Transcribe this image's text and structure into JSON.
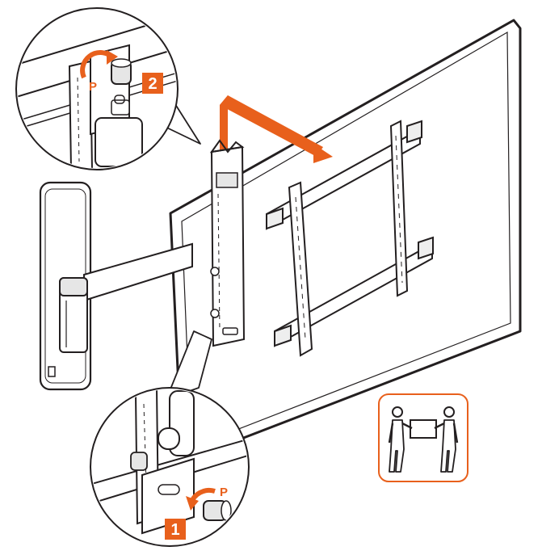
{
  "step_badges": [
    {
      "label": "2"
    },
    {
      "label": "1"
    }
  ],
  "rotation_labels": [
    {
      "label": "P"
    },
    {
      "label": "P"
    }
  ],
  "icons": {
    "two_person_lift": "two-person-lift-icon",
    "rotation_arrow": "rotate-arrow-icon",
    "direction_arrow": "hang-direction-arrow-icon"
  },
  "colors": {
    "accent": "#e8601c",
    "line": "#231f20",
    "fill_light": "#f4f4f4",
    "fill_mid": "#d9d9d9",
    "background": "#ffffff"
  }
}
